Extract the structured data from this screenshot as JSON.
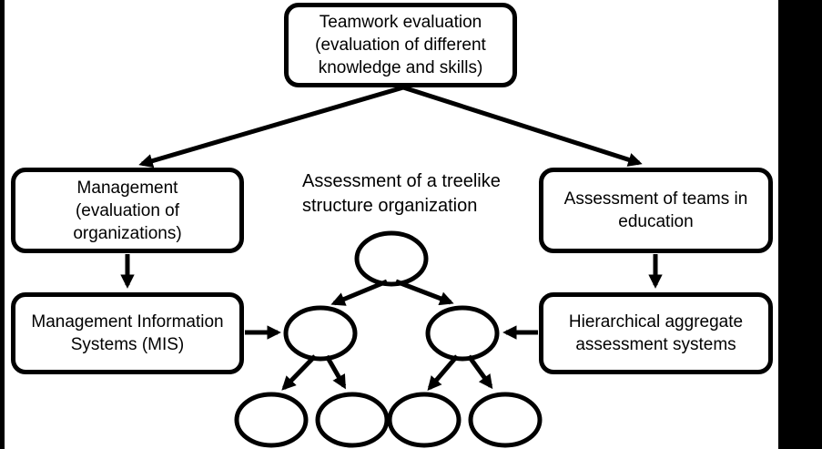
{
  "figure": {
    "background_color": "#000000",
    "paper_color": "#ffffff",
    "line_color": "#000000"
  },
  "nodes": {
    "teamwork": {
      "label": "Teamwork evaluation\n(evaluation of different\nknowledge and skills)"
    },
    "management": {
      "label": "Management\n(evaluation of\norganizations)"
    },
    "teams_education": {
      "label": "Assessment of teams in\neducation"
    },
    "mis": {
      "label": "Management Information\nSystems (MIS)"
    },
    "hierarchical": {
      "label": "Hierarchical aggregate\nassessment systems"
    }
  },
  "caption": {
    "label": "Assessment of a treelike\nstructure organization"
  },
  "tree": {
    "node_count": 7,
    "levels": [
      1,
      2,
      4
    ],
    "nodes_labeled": false
  },
  "edges": [
    {
      "from": "teamwork",
      "to": "management"
    },
    {
      "from": "teamwork",
      "to": "teams_education"
    },
    {
      "from": "management",
      "to": "mis"
    },
    {
      "from": "teams_education",
      "to": "hierarchical"
    },
    {
      "from": "mis",
      "to": "tree-left-middle-node"
    },
    {
      "from": "hierarchical",
      "to": "tree-right-middle-node"
    },
    {
      "from": "tree-root",
      "to": "tree-left-middle-node"
    },
    {
      "from": "tree-root",
      "to": "tree-right-middle-node"
    },
    {
      "from": "tree-left-middle-node",
      "to": "tree-leaf-1"
    },
    {
      "from": "tree-left-middle-node",
      "to": "tree-leaf-2"
    },
    {
      "from": "tree-right-middle-node",
      "to": "tree-leaf-3"
    },
    {
      "from": "tree-right-middle-node",
      "to": "tree-leaf-4"
    }
  ]
}
